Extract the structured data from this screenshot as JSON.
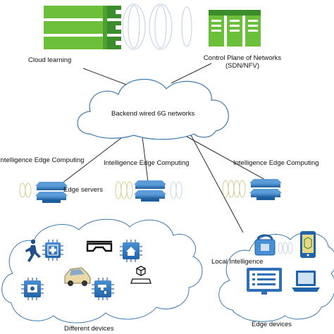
{
  "cloud_learning": {
    "label": "Cloud learning"
  },
  "control_plane": {
    "label_line1": "Control Plane of Networks",
    "label_line2": "(SDN/NFV)"
  },
  "backend": {
    "label": "Backend wired 6G  networks"
  },
  "edge_computing": {
    "left": "Intelligence Edge Computing",
    "middle": "Intelligence Edge Computing",
    "right": "Intelligence Edge Computing"
  },
  "edge_servers": {
    "label": "Edge servers"
  },
  "local_intelligence": {
    "label": "Local Intelligence"
  },
  "different_devices": {
    "label": "Different  devices"
  },
  "edge_devices": {
    "label": "Edge devices"
  },
  "colors": {
    "green_dark": "#3b8c2a",
    "green_light": "#6cbf3a",
    "blue_accent": "#2f6fb5",
    "cloud_stroke": "#3c7ab0",
    "line": "#2b2b2b"
  }
}
